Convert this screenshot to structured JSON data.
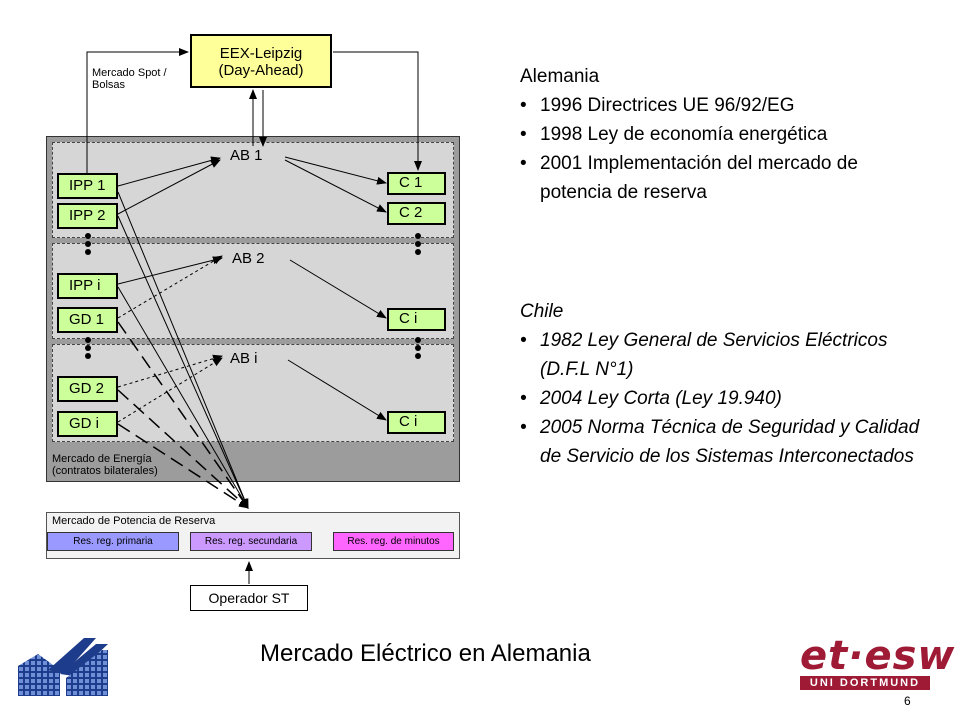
{
  "diagram": {
    "exchange": {
      "line1": "EEX-Leipzig",
      "line2": "(Day-Ahead)"
    },
    "spot_label": {
      "line1": "Mercado Spot /",
      "line2": "Bolsas"
    },
    "ab_labels": [
      "AB 1",
      "AB 2",
      "AB i"
    ],
    "producers": [
      "IPP 1",
      "IPP 2",
      "IPP i",
      "GD 1",
      "GD 2",
      "GD i"
    ],
    "consumers": [
      "C 1",
      "C 2",
      "C i",
      "C i"
    ],
    "energy_market": {
      "line1": "Mercado de Energía",
      "line2": "(contratos bilaterales)"
    },
    "reserve_market": {
      "title": "Mercado de Potencia de Reserva",
      "items": [
        "Res. reg. primaria",
        "Res. reg. secundaria",
        "Res. reg. de minutos"
      ]
    },
    "operator": "Operador ST",
    "colors": {
      "green": "#ccff99",
      "yellow": "#ffff99",
      "primary": "#9999ff",
      "secondary": "#cc99ff",
      "minutes": "#ff66ff"
    }
  },
  "alemania": {
    "title": "Alemania",
    "items": [
      "1996 Directrices UE 96/92/EG",
      "1998 Ley de economía energética",
      "2001 Implementación del mercado de potencia de reserva"
    ]
  },
  "chile": {
    "title": "Chile",
    "items": [
      "1982 Ley General de Servicios Eléctricos (D.F.L N°1)",
      "2004 Ley Corta (Ley 19.940)",
      "2005 Norma Técnica de Seguridad y Calidad de Servicio de los Sistemas Interconectados"
    ]
  },
  "footer": {
    "title": "Mercado Eléctrico en Alemania",
    "logo": {
      "top": "et·esw",
      "bottom": "UNI DORTMUND"
    },
    "page_number": "6"
  }
}
